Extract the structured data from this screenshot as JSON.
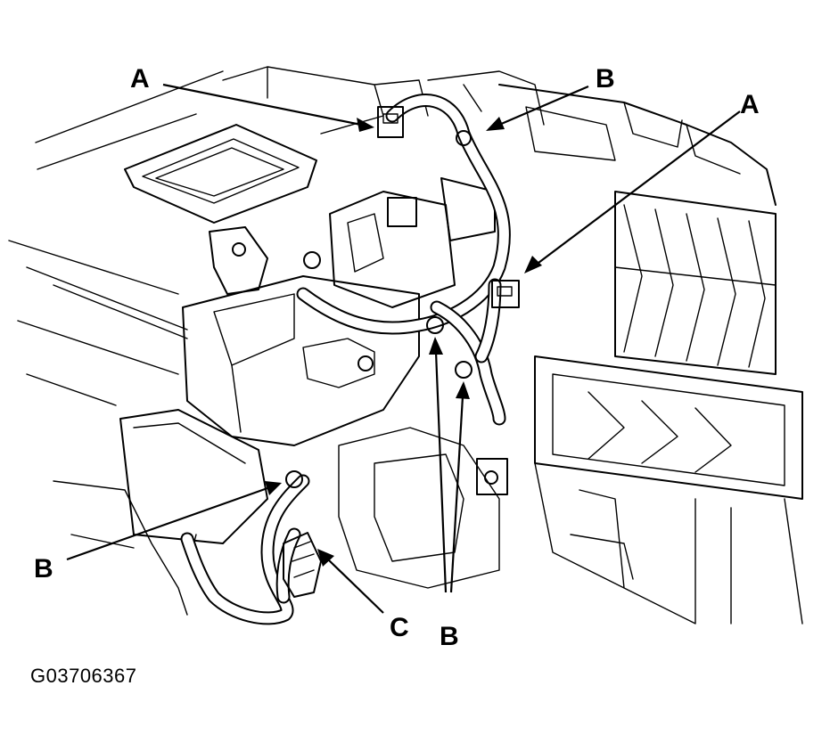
{
  "callouts": {
    "a_top_left": "A",
    "b_top_right": "B",
    "a_right": "A",
    "b_left": "B",
    "c_bottom": "C",
    "b_bottom": "B"
  },
  "figure_id": "G03706367"
}
